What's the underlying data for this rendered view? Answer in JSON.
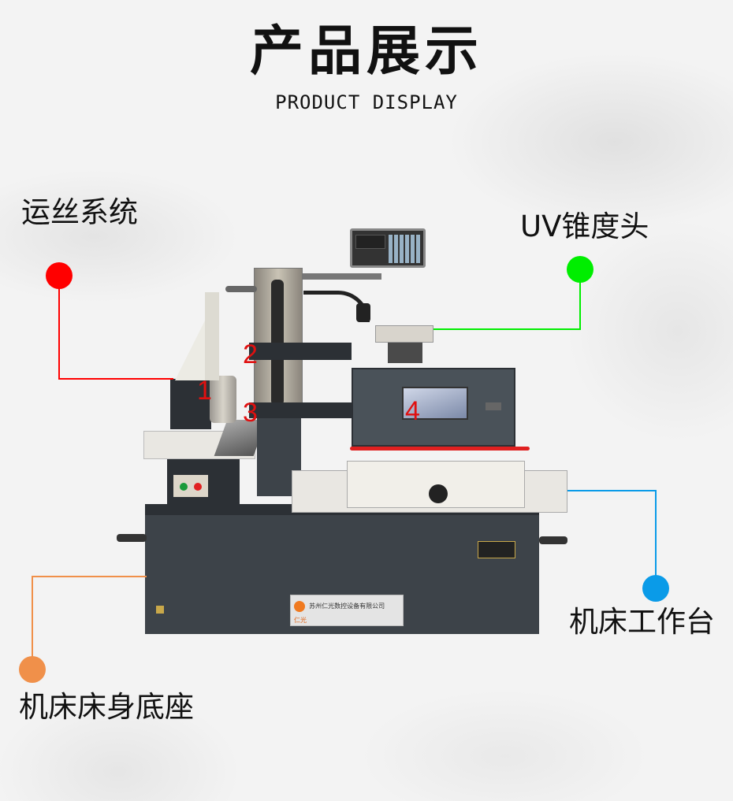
{
  "header": {
    "title": "产品展示",
    "subtitle": "PRODUCT DISPLAY"
  },
  "callouts": [
    {
      "id": 1,
      "label": "运丝系统",
      "color": "#ff0000",
      "marker": "1"
    },
    {
      "id": 2,
      "label": "UV锥度头",
      "color": "#00ee00",
      "marker": "2"
    },
    {
      "id": 3,
      "label": "机床工作台",
      "color": "#0a9be8",
      "marker": "3"
    },
    {
      "id": 4,
      "label": "机床床身底座",
      "color": "#f0904a",
      "marker": "4"
    }
  ],
  "machine": {
    "markers": [
      "1",
      "2",
      "3",
      "4"
    ],
    "nameplate": "苏州仁光数控设备有限公司",
    "nameplate_brand": "仁光"
  },
  "colors": {
    "red": "#ff0000",
    "green": "#00ee00",
    "blue": "#0a9be8",
    "orange": "#f0904a",
    "machine_body": "#3d4349"
  }
}
